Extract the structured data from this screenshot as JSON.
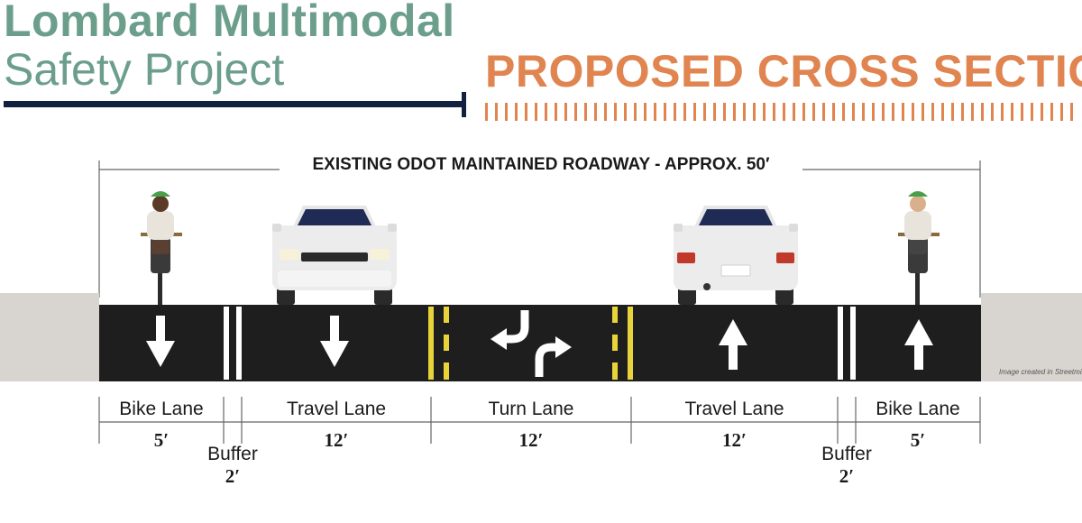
{
  "header": {
    "title_line1": "Lombard Multimodal",
    "title_line2": "Safety Project",
    "section_title": "PROPOSED CROSS SECTION"
  },
  "roadway": {
    "extent_label": "EXISTING ODOT MAINTAINED ROADWAY - APPROX. 50′"
  },
  "lanes": [
    {
      "label": "Bike Lane",
      "width": "5′",
      "direction": "down"
    },
    {
      "label": "Buffer",
      "width": "2′"
    },
    {
      "label": "Travel Lane",
      "width": "12′",
      "direction": "down"
    },
    {
      "label": "Turn Lane",
      "width": "12′",
      "direction": "two-way-left-turn"
    },
    {
      "label": "Travel Lane",
      "width": "12′",
      "direction": "up"
    },
    {
      "label": "Buffer",
      "width": "2′"
    },
    {
      "label": "Bike Lane",
      "width": "5′",
      "direction": "up"
    }
  ],
  "credit": "Image created in Streetmix",
  "colors": {
    "title_green": "#6c9e8c",
    "section_orange": "#e08450",
    "navy_rule": "#12213f",
    "asphalt": "#1e1e1e",
    "sidewalk": "#d8d5d0",
    "yellow_marking": "#e8d43a"
  },
  "icons": [
    "cyclist-icon",
    "car-front-icon",
    "car-rear-icon",
    "arrow-down-icon",
    "arrow-up-icon",
    "turn-arrows-icon"
  ]
}
